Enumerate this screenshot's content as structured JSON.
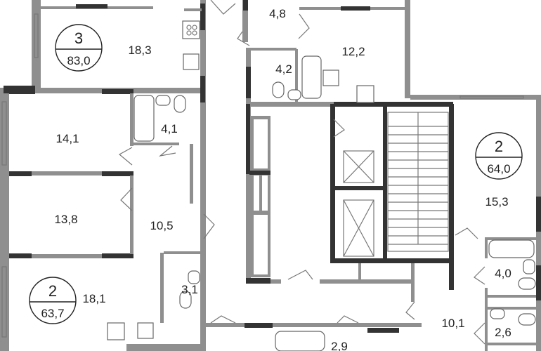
{
  "apartments": [
    {
      "rooms": "3",
      "area": "83,0"
    },
    {
      "rooms": "2",
      "area": "63,7"
    },
    {
      "rooms": "2",
      "area": "64,0"
    }
  ],
  "room_areas": {
    "r1": "4,8",
    "r2": "12,2",
    "r3": "4,2",
    "r4": "18,3",
    "r5": "14,1",
    "r6": "4,1",
    "r7": "13,8",
    "r8": "10,5",
    "r9": "3,1",
    "r10": "18,1",
    "r11": "15,3",
    "r12": "4,0",
    "r13": "10,1",
    "r14": "2,6",
    "r15": "2,9"
  }
}
